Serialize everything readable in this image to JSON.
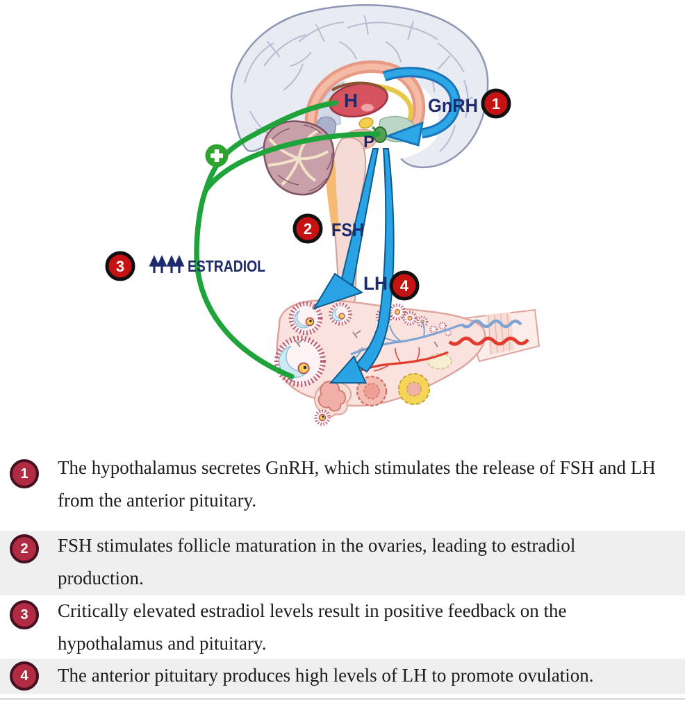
{
  "diagram": {
    "labels": {
      "hypothalamus": "H",
      "pituitary": "P",
      "gnrh": "GnRH",
      "fsh": "FSH",
      "lh": "LH",
      "estradiol_arrows": "⇈⇈",
      "estradiol": "ESTRADIOL",
      "plus": "+"
    },
    "colors": {
      "label_navy": "#1D2B6E",
      "arrow_blue": "#29A3E3",
      "arrow_blue_dark": "#1B74B8",
      "feedback_green": "#1EA43B",
      "badge_red": "#C51212",
      "badge_ring_black": "#111111"
    }
  },
  "legend": {
    "row_bg_gray": "#efefef",
    "badge_fill": "#B12C42",
    "badge_ring": "#45101F",
    "items": [
      {
        "number": "1",
        "text": "The hypothalamus secretes GnRH, which stimulates the release of FSH and LH from the anterior pituitary."
      },
      {
        "number": "2",
        "text": "FSH stimulates follicle maturation in the ovaries, leading to estradiol production."
      },
      {
        "number": "3",
        "text": "Critically elevated estradiol levels result in positive feedback on the hypothalamus and pituitary."
      },
      {
        "number": "4",
        "text": "The anterior pituitary produces high levels of LH to promote ovulation."
      }
    ]
  }
}
